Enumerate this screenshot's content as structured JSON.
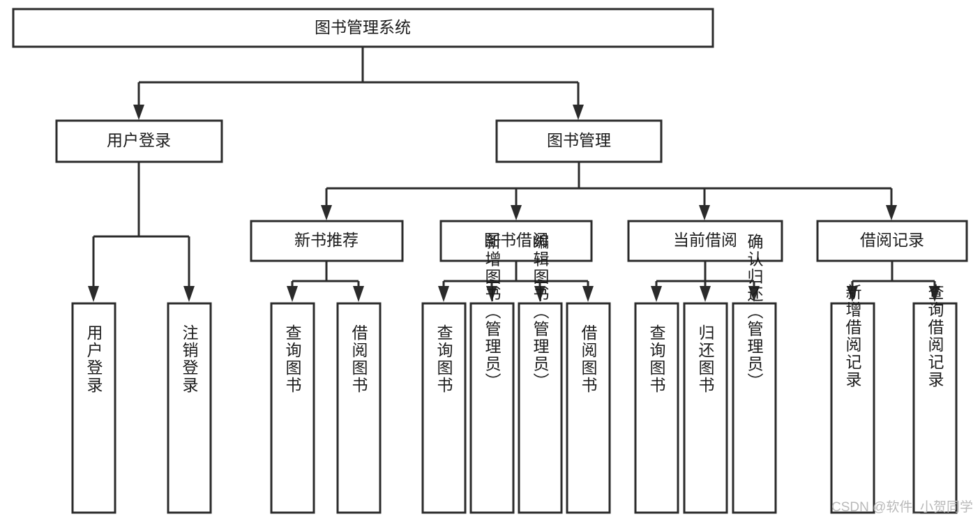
{
  "diagram": {
    "type": "tree-hierarchy-chart",
    "title": "图书管理系统",
    "watermark": "CSDN @软件_小贺同学",
    "colors": {
      "stroke": "#2b2b2b",
      "fill": "#ffffff",
      "text": "#1b1b1b",
      "watermark": "#b9b9b9",
      "background": "#ffffff"
    },
    "root": {
      "label": "图书管理系统"
    },
    "level2": [
      {
        "id": "user-login",
        "label": "用户登录"
      },
      {
        "id": "book-manage",
        "label": "图书管理"
      }
    ],
    "level3": [
      {
        "id": "new-book-recommend",
        "label": "新书推荐",
        "parent": "book-manage"
      },
      {
        "id": "book-borrow",
        "label": "图书借阅",
        "parent": "book-manage"
      },
      {
        "id": "current-borrow",
        "label": "当前借阅",
        "parent": "book-manage"
      },
      {
        "id": "borrow-record",
        "label": "借阅记录",
        "parent": "book-manage"
      }
    ],
    "leaves": {
      "user-login": [
        {
          "id": "leaf-user-login",
          "label": "用户登录"
        },
        {
          "id": "leaf-logout",
          "label": "注销登录"
        }
      ],
      "new-book-recommend": [
        {
          "id": "leaf-query-book-1",
          "label": "查询图书"
        },
        {
          "id": "leaf-borrow-book-1",
          "label": "借阅图书"
        }
      ],
      "book-borrow": [
        {
          "id": "leaf-query-book-2",
          "label": "查询图书"
        },
        {
          "id": "leaf-add-book",
          "label": "新增图书（管理员）"
        },
        {
          "id": "leaf-edit-book",
          "label": "编辑图书（管理员）"
        },
        {
          "id": "leaf-borrow-book-2",
          "label": "借阅图书"
        }
      ],
      "current-borrow": [
        {
          "id": "leaf-query-book-3",
          "label": "查询图书"
        },
        {
          "id": "leaf-return-book",
          "label": "归还图书"
        },
        {
          "id": "leaf-confirm-return",
          "label": "确认归还（管理员）"
        }
      ],
      "borrow-record": [
        {
          "id": "leaf-add-record",
          "label": "新增借阅记录"
        },
        {
          "id": "leaf-query-record",
          "label": "查询借阅记录"
        }
      ]
    }
  }
}
